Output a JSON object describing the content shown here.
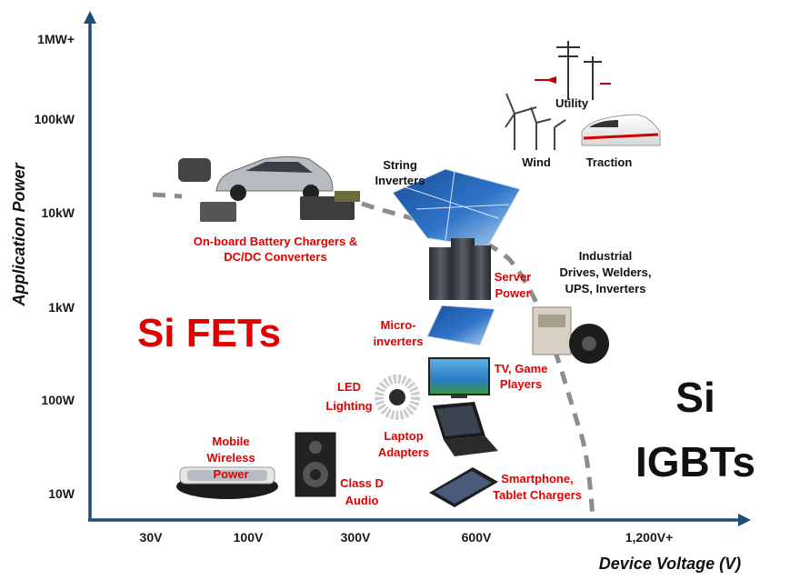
{
  "colors": {
    "axis": "#1f4e79",
    "red_label": "#e00000",
    "boundary": "#8c8c8c"
  },
  "axes": {
    "y_title": "Application Power",
    "x_title": "Device Voltage (V)",
    "y_ticks": [
      "1MW+",
      "100kW",
      "10kW",
      "1kW",
      "100W",
      "10W"
    ],
    "x_ticks": [
      "30V",
      "100V",
      "300V",
      "600V",
      "1,200V+"
    ]
  },
  "regions": {
    "fet": "Si FETs",
    "igbt_line1": "Si",
    "igbt_line2": "IGBTs"
  },
  "applications": {
    "utility": "Utility",
    "wind": "Wind",
    "traction": "Traction",
    "string_inverters_1": "String",
    "string_inverters_2": "Inverters",
    "onboard_1": "On-board Battery Chargers &",
    "onboard_2": "DC/DC Converters",
    "server_1": "Server",
    "server_2": "Power",
    "industrial_1": "Industrial",
    "industrial_2": "Drives, Welders,",
    "industrial_3": "UPS, Inverters",
    "micro_1": "Micro-",
    "micro_2": "inverters",
    "tv_1": "TV, Game",
    "tv_2": "Players",
    "led_1": "LED",
    "led_2": "Lighting",
    "laptop_1": "Laptop",
    "laptop_2": "Adapters",
    "mobile_1": "Mobile",
    "mobile_2": "Wireless",
    "mobile_3": "Power",
    "classd_1": "Class D",
    "classd_2": "Audio",
    "smartphone_1": "Smartphone,",
    "smartphone_2": "Tablet Chargers"
  }
}
